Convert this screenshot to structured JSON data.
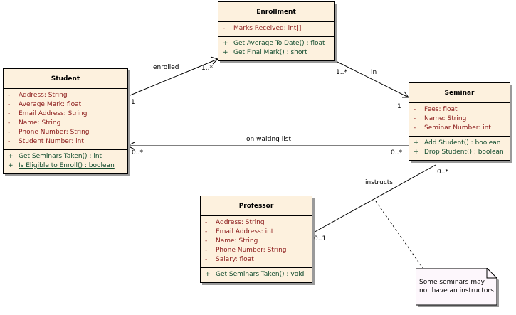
{
  "classes": {
    "enrollment": {
      "name": "Enrollment",
      "attributes": [
        {
          "vis": "-",
          "text": "Marks Received:  int[]"
        }
      ],
      "operations": [
        {
          "vis": "+",
          "text": "Get Average To Date() : float"
        },
        {
          "vis": "+",
          "text": "Get Final Mark() : short"
        }
      ]
    },
    "student": {
      "name": "Student",
      "attributes": [
        {
          "vis": "-",
          "text": "Address:  String"
        },
        {
          "vis": "-",
          "text": "Average Mark:  float"
        },
        {
          "vis": "-",
          "text": "Email Address:  String"
        },
        {
          "vis": "-",
          "text": "Name:  String"
        },
        {
          "vis": "-",
          "text": "Phone Number:  String"
        },
        {
          "vis": "-",
          "text": "Student Number:  int"
        }
      ],
      "operations": [
        {
          "vis": "+",
          "text": "Get Seminars Taken() : int"
        },
        {
          "vis": "+",
          "text": "Is Eligible to Enroll() : boolean"
        }
      ]
    },
    "seminar": {
      "name": "Seminar",
      "attributes": [
        {
          "vis": "-",
          "text": "Fees:  float"
        },
        {
          "vis": "-",
          "text": "Name:  String"
        },
        {
          "vis": "-",
          "text": "Seminar Number:  int"
        }
      ],
      "operations": [
        {
          "vis": "+",
          "text": "Add Student() : boolean"
        },
        {
          "vis": "+",
          "text": "Drop Student() : boolean"
        }
      ]
    },
    "professor": {
      "name": "Professor",
      "attributes": [
        {
          "vis": "-",
          "text": "Address:  String"
        },
        {
          "vis": "-",
          "text": "Email Address:  int"
        },
        {
          "vis": "-",
          "text": "Name:  String"
        },
        {
          "vis": "-",
          "text": "Phone Number:  String"
        },
        {
          "vis": "-",
          "text": "Salary:  float"
        }
      ],
      "operations": [
        {
          "vis": "+",
          "text": "Get Seminars Taken() : void"
        }
      ]
    }
  },
  "associations": {
    "enrolled": {
      "label": "enrolled",
      "student_mult": "1",
      "enrollment_mult": "1..*"
    },
    "in": {
      "label": "in",
      "enrollment_mult": "1..*",
      "seminar_mult": "1"
    },
    "waiting": {
      "label": "on waiting list",
      "student_mult": "0..*",
      "seminar_mult": "0..*"
    },
    "instructs": {
      "label": "instructs",
      "seminar_mult": "0..*",
      "professor_mult": "0..1"
    }
  },
  "note": {
    "text": "Some seminars may not have an instructors"
  }
}
